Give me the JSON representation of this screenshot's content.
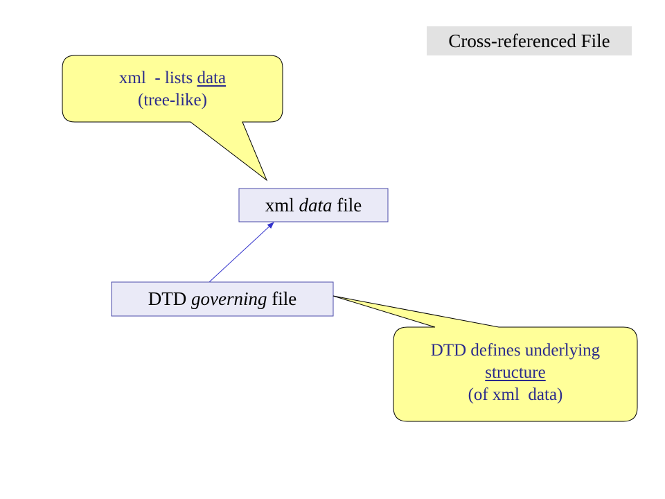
{
  "title": "Cross-referenced File",
  "callout_xml": {
    "line1_prefix": "xml  - lists ",
    "line1_link": "data",
    "line2": "(tree-like)"
  },
  "xml_box": {
    "prefix": "xml ",
    "emph": "data",
    "suffix": " file"
  },
  "dtd_box": {
    "prefix": "DTD ",
    "emph": "governing",
    "suffix": " file"
  },
  "callout_dtd": {
    "line1": "DTD defines underlying",
    "line2_link": "structure",
    "line3": "(of xml  data)"
  },
  "colors": {
    "callout_fill": "#ffff99",
    "callout_text": "#2b2b8c",
    "box_fill": "#eaeaf7",
    "box_border": "#4a4aa8",
    "arrow": "#3333cc",
    "title_fill": "#e2e2e2"
  }
}
